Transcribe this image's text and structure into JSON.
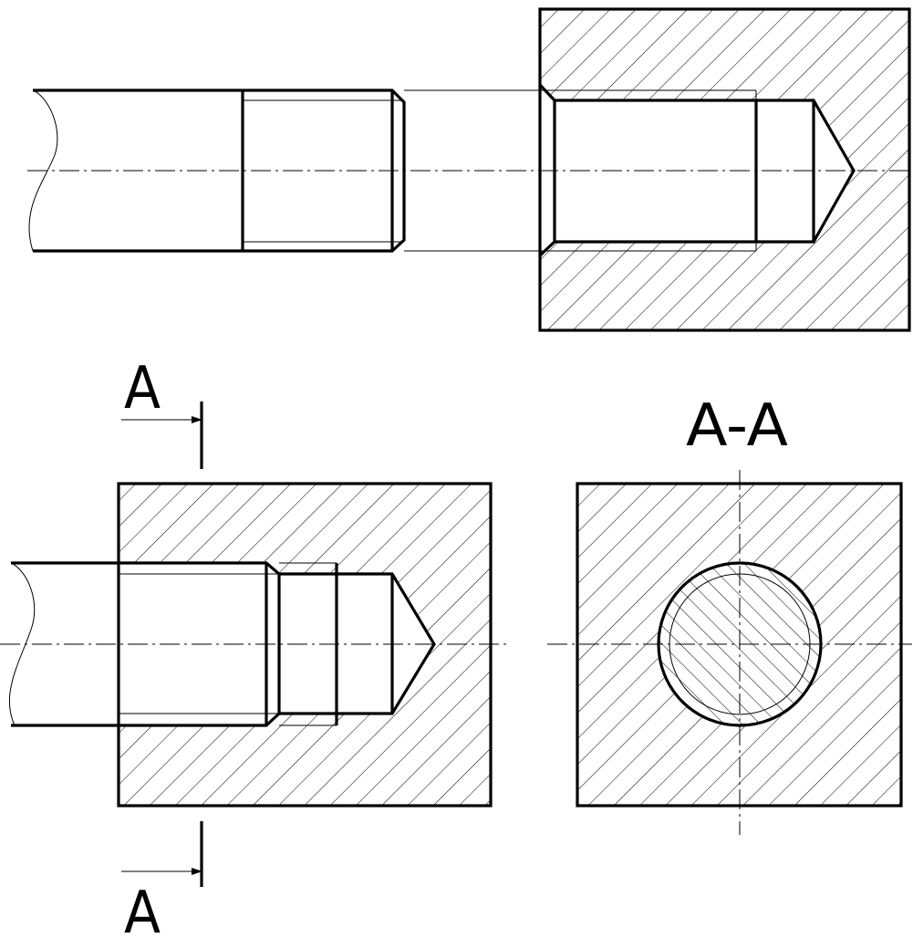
{
  "labels": {
    "section_mark_top": "A",
    "section_mark_bottom": "A",
    "section_view_title": "A-A"
  },
  "colors": {
    "line": "#000000",
    "background": "#ffffff"
  }
}
